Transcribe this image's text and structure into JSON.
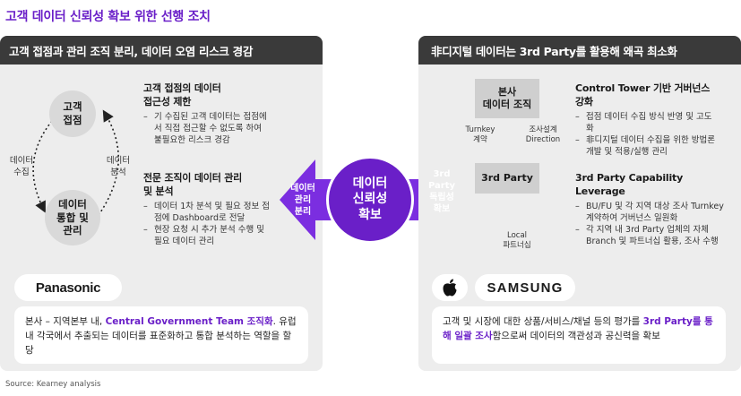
{
  "title": "고객 데이터 신뢰성 확보 위한 선행 조치",
  "left": {
    "header": "고객 접점과 관리 조직 분리, 데이터 오염 리스크 경감",
    "node_top": "고객\n접점",
    "node_bottom": "데이터\n통합 및\n관리",
    "label_left": "데이터\n수집",
    "label_right": "데이터\n분석",
    "section1_title": "고객 접점의 데이터\n접근성 제한",
    "section1_items": [
      "기 수집된 고객 데이터는 접점에서 직접 접근할 수 없도록 하여 불필요한 리스크 경감"
    ],
    "section2_title": "전문 조직이 데이터 관리\n및 분석",
    "section2_items": [
      "데이터 1차 분석 및 필요 정보 접점에 Dashboard로 전달",
      "현장 요청 시 추가 분석 수행 및 필요 데이터 관리"
    ],
    "logo": "Panasonic",
    "note_pre": "본사 – 지역본부 내, ",
    "note_hl": "Central Government Team 조직화",
    "note_post": ". 유럽 내 각국에서 추출되는 데이터를 표준화하고 통합 분석하는 역할을 할당"
  },
  "center": {
    "circle": "데이터\n신뢰성\n확보",
    "left_arrow": "데이터\n관리\n분리",
    "right_arrow": "3rd\nParty\n독립성\n확보"
  },
  "right": {
    "header": "非디지털 데이터는 3rd Party를 활용해 왜곡 최소화",
    "box_top": "본사\n데이터 조직",
    "box_bottom": "3rd Party",
    "label_turnkey": "Turnkey\n계약",
    "label_direction": "조사설계\nDirection",
    "label_local": "Local\n파트너십",
    "section1_title": "Control Tower 기반 거버넌스\n강화",
    "section1_items": [
      "접점 데이터 수집 방식 반영 및 고도화",
      "非디지털 데이터 수집을 위한 방법론 개발 및 적용/실행 관리"
    ],
    "section2_title": "3rd Party Capability\nLeverage",
    "section2_items": [
      "BU/FU 및 각 지역 대상 조사 Turnkey 계약하여 거버넌스 일원화",
      "각 지역 내 3rd Party 업체의 자체 Branch 및 파트너십 활용, 조사 수행"
    ],
    "logo_apple": "apple-logo",
    "logo_samsung": "SAMSUNG",
    "note_pre": "고객 및 시장에 대한 상품/서비스/채널 등의 평가를 ",
    "note_hl": "3rd Party를 통해 일괄 조사",
    "note_post": "함으로써 데이터의 객관성과 공신력을 확보"
  },
  "source": "Source: Kearney analysis",
  "colors": {
    "accent": "#6a1fc8",
    "header": "#3a3a3a",
    "panel": "#ededed"
  }
}
